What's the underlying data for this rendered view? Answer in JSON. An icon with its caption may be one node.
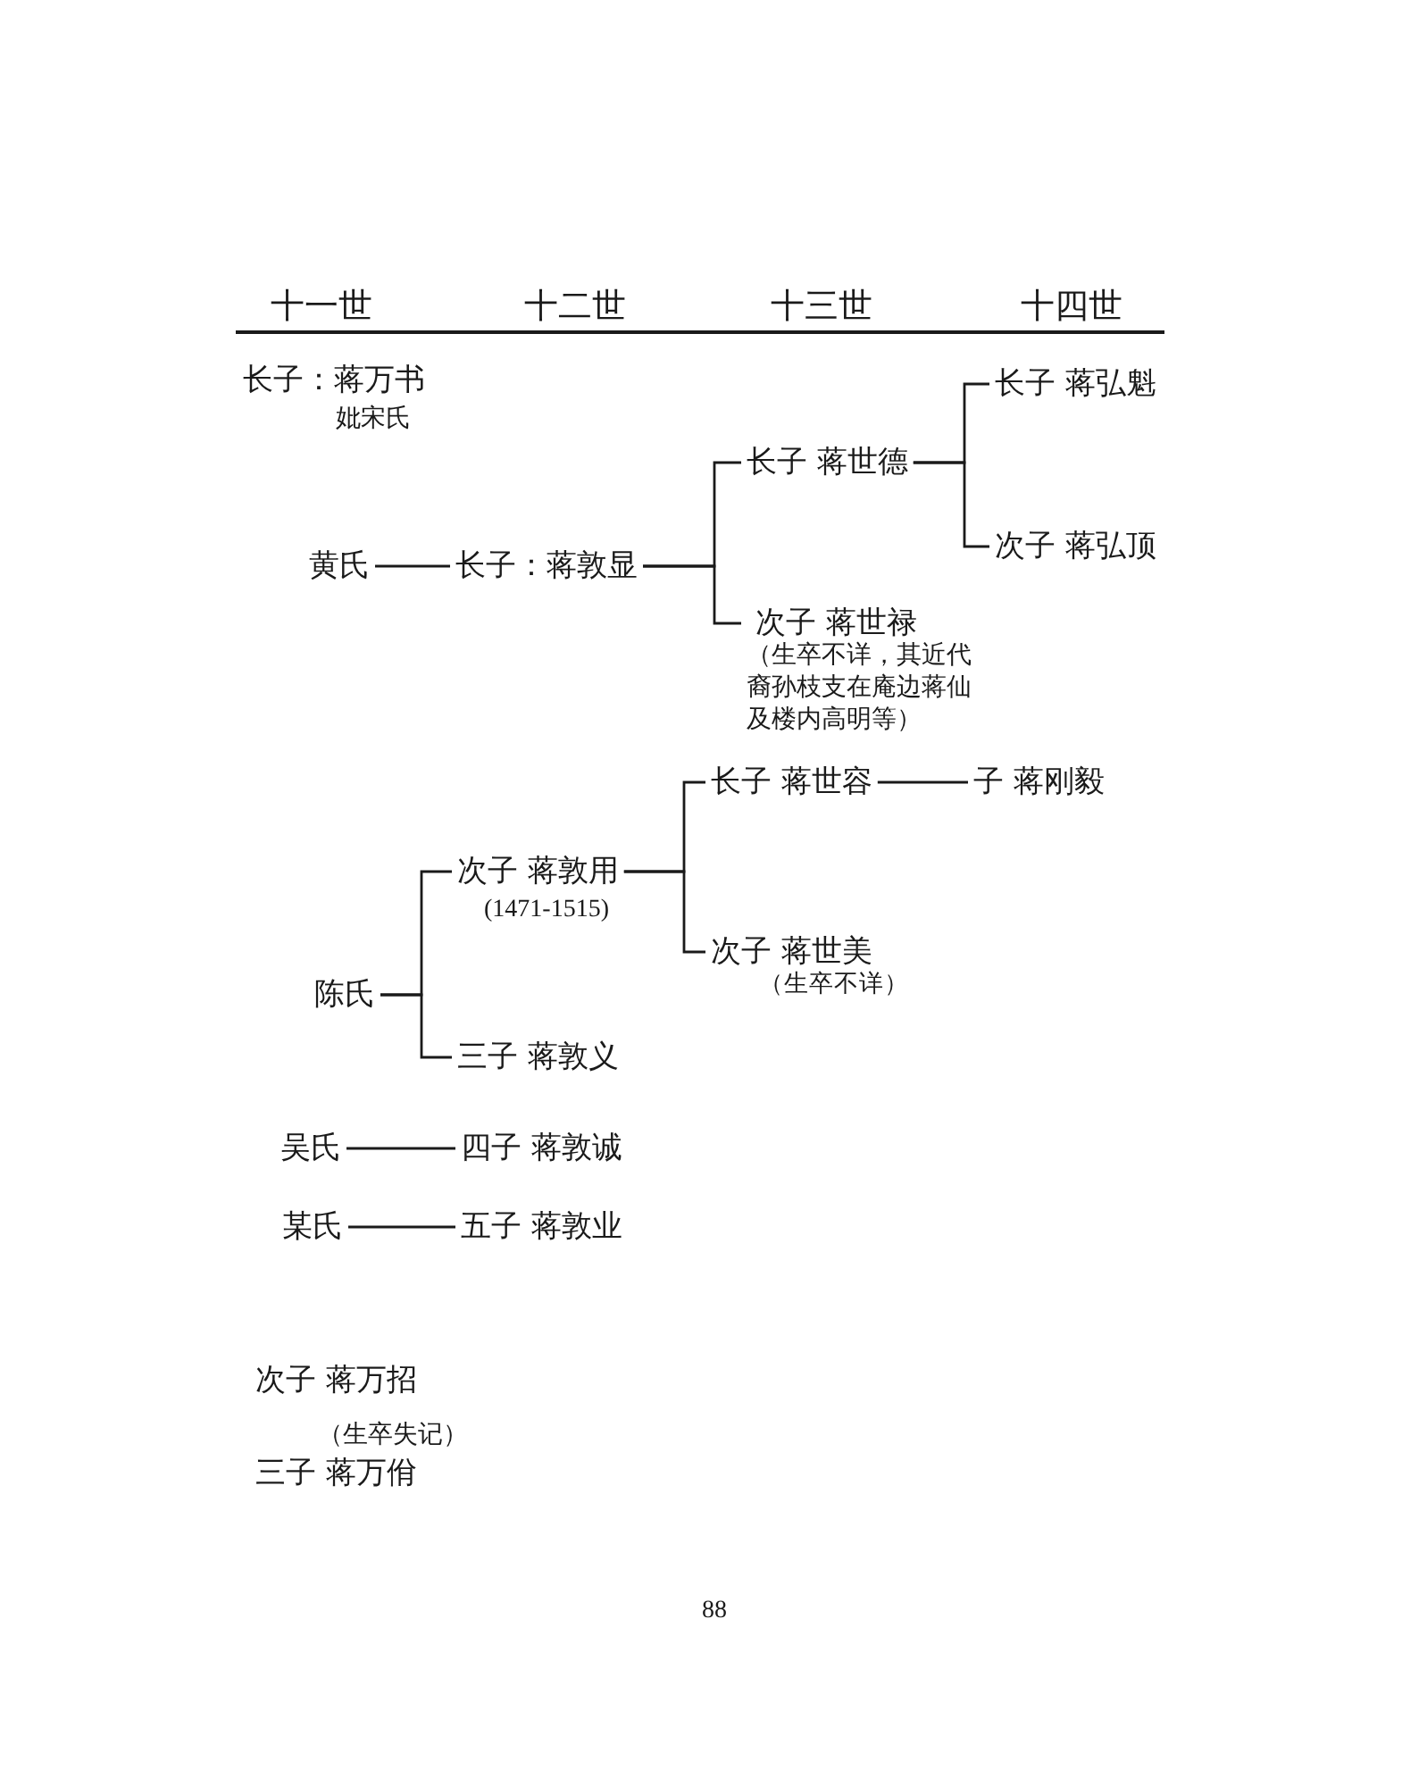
{
  "diagram": {
    "nodes": [
      {
        "text": [
          "黄氏"
        ]
      },
      {
        "text": [
          "长子：蒋敦显"
        ]
      },
      {
        "text": [
          "长子 蒋世德"
        ]
      },
      {
        "text": [
          "长子 蒋弘魁"
        ]
      },
      {
        "text": [
          "次子 蒋弘顶"
        ]
      },
      {
        "text": [
          "次子 蒋世禄"
        ],
        "beside": [
          "（生卒不详，其近代裔孙枝支在庵边蒋仙及楼内高明等）"
        ]
      },
      {
        "text": [
          "陈氏"
        ]
      },
      {
        "text": [
          "次子 蒋敦用"
        ],
        "beside": [
          "(1471-1515)"
        ]
      },
      {
        "text": [
          "长子 蒋世容"
        ]
      },
      {
        "text": [
          "子 蒋刚毅"
        ]
      },
      {
        "text": [
          "次子 蒋世美"
        ],
        "beside": [
          "（生卒不详）"
        ]
      },
      {
        "text": [
          "三子 蒋敦义"
        ]
      },
      {
        "text": [
          "吴氏"
        ]
      },
      {
        "text": [
          "四子 蒋敦诚"
        ]
      },
      {
        "text": [
          "某氏"
        ]
      },
      {
        "text": [
          "五子 蒋敦业"
        ]
      }
    ],
    "edges": [
      {
        "from": 0,
        "to": 1,
        "arrow": "none"
      },
      {
        "from": 1,
        "to": 2,
        "arrow": "none"
      },
      {
        "from": 1,
        "to": 5,
        "arrow": "none"
      },
      {
        "from": 2,
        "to": 3,
        "arrow": "none"
      },
      {
        "from": 2,
        "to": 4,
        "arrow": "none"
      },
      {
        "from": 6,
        "to": 7,
        "arrow": "none"
      },
      {
        "from": 6,
        "to": 11,
        "arrow": "none"
      },
      {
        "from": 7,
        "to": 8,
        "arrow": "none"
      },
      {
        "from": 7,
        "to": 10,
        "arrow": "none"
      },
      {
        "from": 8,
        "to": 9,
        "arrow": "none"
      },
      {
        "from": 12,
        "to": 13,
        "arrow": "none"
      },
      {
        "from": 14,
        "to": 15,
        "arrow": "none"
      }
    ],
    "labels": [
      "十一世",
      "十二世",
      "十三世",
      "十四世",
      "长子：蒋万书",
      "妣宋氏",
      "次子 蒋万招",
      "（生卒失记）",
      "三子 蒋万佾",
      "88"
    ]
  }
}
